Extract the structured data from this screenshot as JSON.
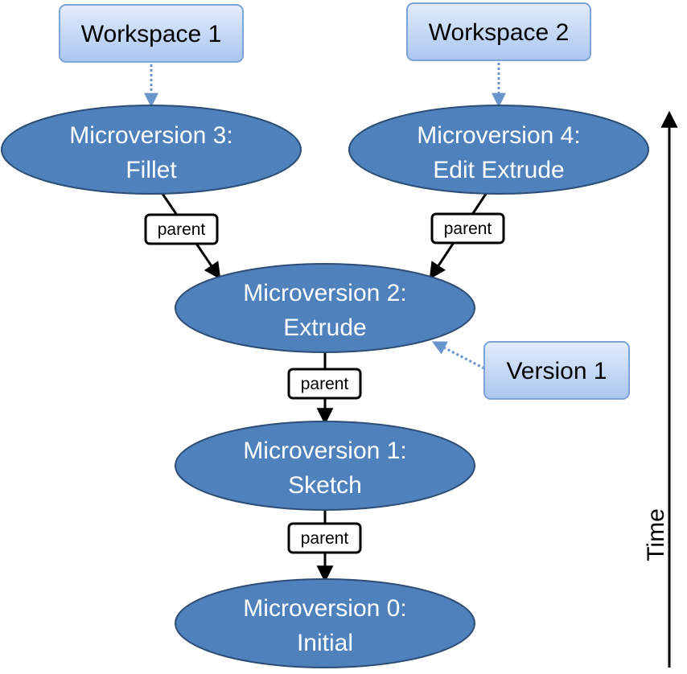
{
  "colors": {
    "node_fill": "#4F81BD",
    "node_stroke": "#2C4D75",
    "label_box_fill_top": "#E3ECFA",
    "label_box_fill_bottom": "#A9C6F0",
    "label_box_stroke": "#7EA3D8",
    "dotted_arrow": "#6A95CC",
    "edge": "#000000"
  },
  "nodes": [
    {
      "id": "mv3",
      "line1": "Microversion 3:",
      "line2": "Fillet"
    },
    {
      "id": "mv4",
      "line1": "Microversion 4:",
      "line2": "Edit Extrude"
    },
    {
      "id": "mv2",
      "line1": "Microversion 2:",
      "line2": "Extrude"
    },
    {
      "id": "mv1",
      "line1": "Microversion 1:",
      "line2": "Sketch"
    },
    {
      "id": "mv0",
      "line1": "Microversion 0:",
      "line2": "Initial"
    }
  ],
  "pointers": [
    {
      "id": "workspace1",
      "label": "Workspace 1",
      "target": "mv3"
    },
    {
      "id": "workspace2",
      "label": "Workspace 2",
      "target": "mv4"
    },
    {
      "id": "version1",
      "label": "Version 1",
      "target": "mv2"
    }
  ],
  "edges": [
    {
      "from": "mv3",
      "to": "mv2",
      "label": "parent"
    },
    {
      "from": "mv4",
      "to": "mv2",
      "label": "parent"
    },
    {
      "from": "mv2",
      "to": "mv1",
      "label": "parent"
    },
    {
      "from": "mv1",
      "to": "mv0",
      "label": "parent"
    }
  ],
  "time_axis": {
    "label": "Time",
    "direction": "up"
  }
}
